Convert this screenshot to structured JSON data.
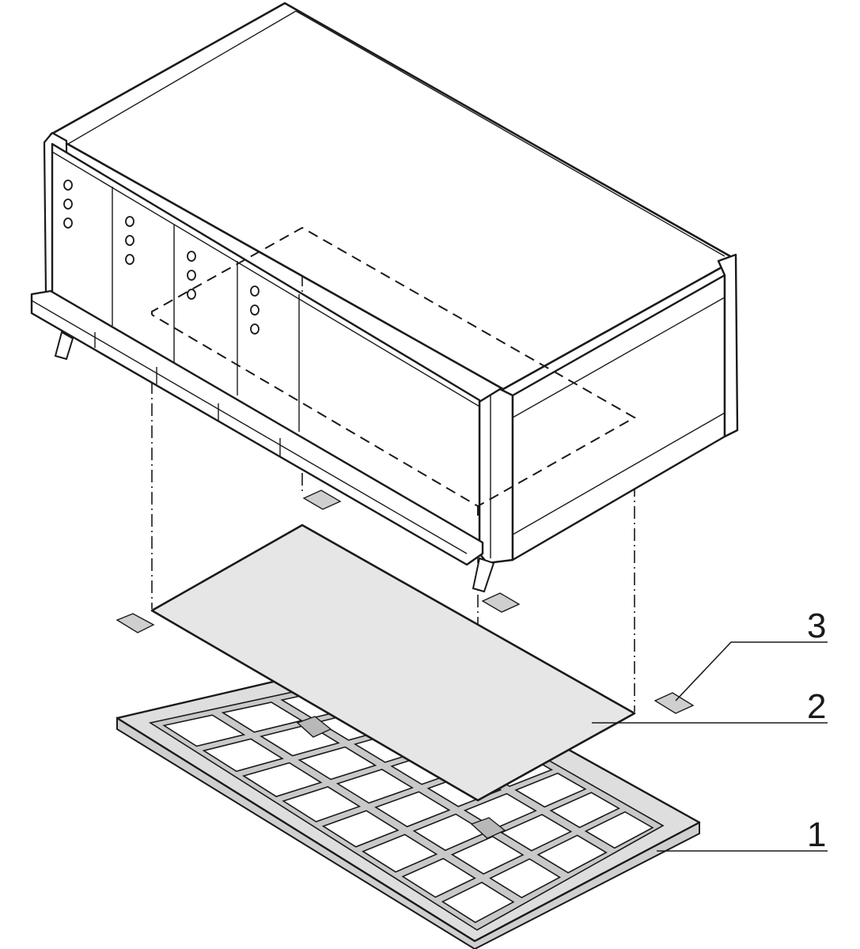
{
  "callouts": [
    {
      "id": "1",
      "label": "1"
    },
    {
      "id": "2",
      "label": "2"
    },
    {
      "id": "3",
      "label": "3"
    }
  ],
  "colors": {
    "line": "#1a1a1a",
    "sheet_fill": "#e6e6e6",
    "frame_fill": "#d9d9d9",
    "pad_fill": "#cfcfcf",
    "background": "#ffffff"
  }
}
